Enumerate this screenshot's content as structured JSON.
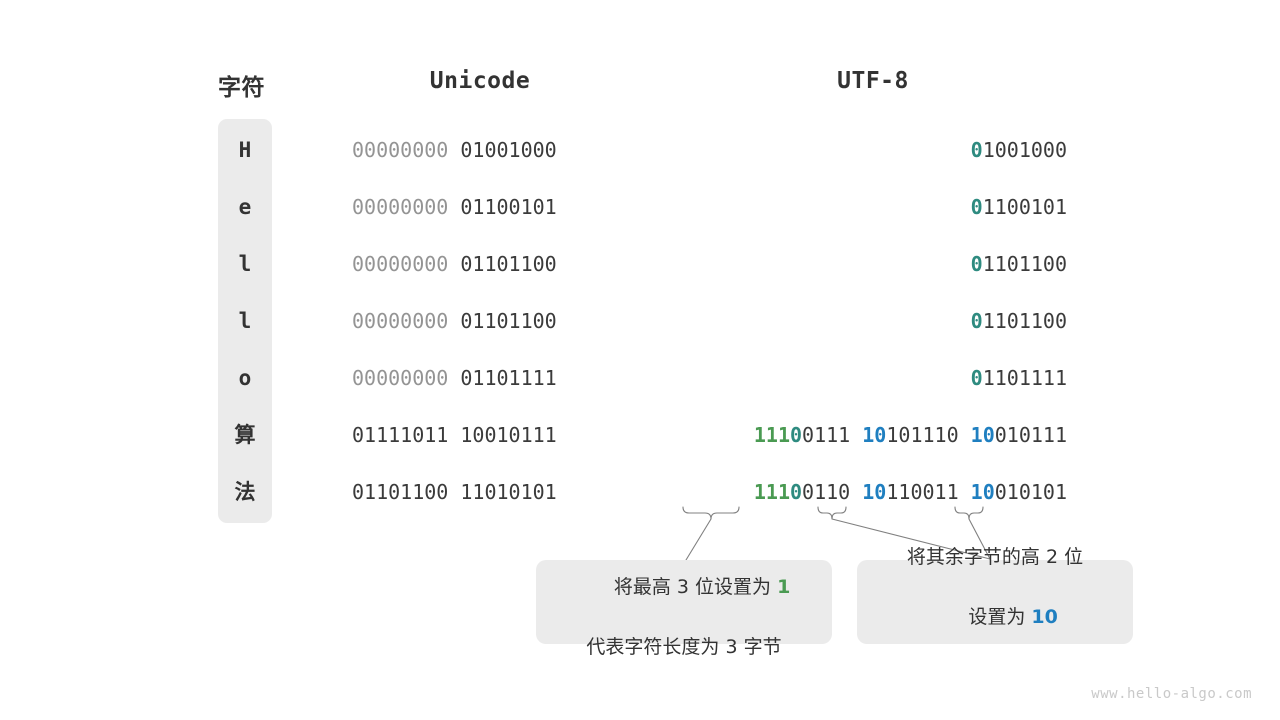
{
  "headers": {
    "char": "字符",
    "unicode": "Unicode",
    "utf8": "UTF-8"
  },
  "colors": {
    "green": "#4a9a52",
    "teal": "#2e8b80",
    "blue": "#1f7fc0",
    "dark": "#3b3b3b",
    "dim": "#949494",
    "pill_bg": "#ebebeb",
    "callout_bg": "#ebebeb",
    "watermark": "#c9c9c9"
  },
  "rows": [
    {
      "char": "H",
      "unicode_high": "00000000",
      "unicode_low": "01001000",
      "utf8_bytes": [
        {
          "marker": "0",
          "marker_color": "teal",
          "rest": "1001000"
        }
      ]
    },
    {
      "char": "e",
      "unicode_high": "00000000",
      "unicode_low": "01100101",
      "utf8_bytes": [
        {
          "marker": "0",
          "marker_color": "teal",
          "rest": "1100101"
        }
      ]
    },
    {
      "char": "l",
      "unicode_high": "00000000",
      "unicode_low": "01101100",
      "utf8_bytes": [
        {
          "marker": "0",
          "marker_color": "teal",
          "rest": "1101100"
        }
      ]
    },
    {
      "char": "l",
      "unicode_high": "00000000",
      "unicode_low": "01101100",
      "utf8_bytes": [
        {
          "marker": "0",
          "marker_color": "teal",
          "rest": "1101100"
        }
      ]
    },
    {
      "char": "o",
      "unicode_high": "00000000",
      "unicode_low": "01101111",
      "utf8_bytes": [
        {
          "marker": "0",
          "marker_color": "teal",
          "rest": "1101111"
        }
      ]
    },
    {
      "char": "算",
      "unicode_high": "01111011",
      "unicode_low": "10010111",
      "utf8_bytes": [
        {
          "marker": "111",
          "marker_color": "green",
          "marker2": "0",
          "marker2_color": "teal",
          "rest": "0111"
        },
        {
          "marker": "10",
          "marker_color": "blue",
          "rest": "101110"
        },
        {
          "marker": "10",
          "marker_color": "blue",
          "rest": "010111"
        }
      ]
    },
    {
      "char": "法",
      "unicode_high": "01101100",
      "unicode_low": "11010101",
      "utf8_bytes": [
        {
          "marker": "111",
          "marker_color": "green",
          "marker2": "0",
          "marker2_color": "teal",
          "rest": "0110"
        },
        {
          "marker": "10",
          "marker_color": "blue",
          "rest": "110011"
        },
        {
          "marker": "10",
          "marker_color": "blue",
          "rest": "010101"
        }
      ]
    }
  ],
  "callouts": {
    "left": {
      "line1_pre": "将最高 3 位设置为 ",
      "line1_hl": "1",
      "line2": "代表字符长度为 3 字节"
    },
    "right": {
      "line1": "将其余字节的高 2 位",
      "line2_pre": "设置为 ",
      "line2_hl": "10"
    }
  },
  "watermark": "www.hello-algo.com"
}
